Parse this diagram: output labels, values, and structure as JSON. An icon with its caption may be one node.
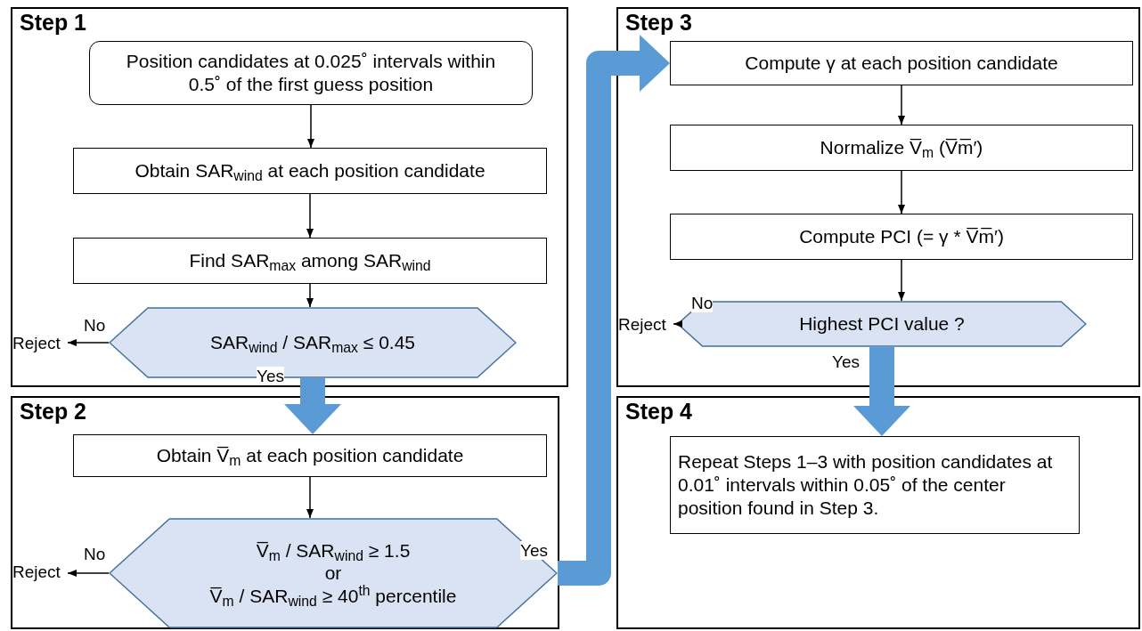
{
  "diagram": {
    "nodes": [
      {
        "text": [
          "Step 1"
        ]
      },
      {
        "text": [
          "Position candidates at 0.025˚ intervals within 0.5˚ of the first guess position"
        ],
        "in": 0
      },
      {
        "text": [
          "Obtain SAR$_{wind}$ at each position candidate"
        ],
        "in": 0
      },
      {
        "text": [
          "Find SAR$_{max}$ among SAR$_{wind}$"
        ],
        "in": 0
      },
      {
        "text": [
          "SAR$_{wind}$ / SAR$_{max}$ ≤ 0.45"
        ],
        "in": 0
      },
      {
        "text": [
          "Reject"
        ],
        "in": 0
      },
      {
        "text": [
          "Step 2"
        ]
      },
      {
        "text": [
          "Obtain V̅$_{m}$ at each position candidate"
        ],
        "in": 6
      },
      {
        "text": [
          "V̅$_{m}$ / SAR$_{wind}$ ≥ 1.5",
          "or",
          "V̅$_{m}$ / SAR$_{wind}$ ≥ 40$^{th}$ percentile"
        ],
        "in": 6
      },
      {
        "text": [
          "Reject"
        ],
        "in": 6
      },
      {
        "text": [
          "Step 3"
        ]
      },
      {
        "text": [
          "Compute γ at each position candidate"
        ],
        "in": 10
      },
      {
        "text": [
          "Normalize V̅$_{m}$ (V̅m̅′)"
        ],
        "in": 10
      },
      {
        "text": [
          "Compute PCI (= γ * V̅m̅′)"
        ],
        "in": 10
      },
      {
        "text": [
          "Highest PCI value ?"
        ],
        "in": 10
      },
      {
        "text": [
          "Reject"
        ],
        "in": 10
      },
      {
        "text": [
          "Step 4"
        ]
      },
      {
        "text": [
          "Repeat Steps 1–3 with position candidates at 0.01˚ intervals within 0.05˚ of the center position found in Step 3."
        ],
        "in": 16
      }
    ],
    "edges": [
      {
        "from": 1,
        "to": 2,
        "arrow": "to"
      },
      {
        "from": 2,
        "to": 3,
        "arrow": "to"
      },
      {
        "from": 3,
        "to": 4,
        "arrow": "to"
      },
      {
        "from": 4,
        "to": 5,
        "arrow": "to",
        "label": "No"
      },
      {
        "from": 4,
        "to": 7,
        "arrow": "to",
        "label": "Yes",
        "style": "thick",
        "color": "#5b9bd5"
      },
      {
        "from": 7,
        "to": 8,
        "arrow": "to"
      },
      {
        "from": 8,
        "to": 9,
        "arrow": "to",
        "label": "No"
      },
      {
        "from": 8,
        "to": 11,
        "arrow": "to",
        "label": "Yes",
        "style": "thick",
        "color": "#5b9bd5"
      },
      {
        "from": 11,
        "to": 12,
        "arrow": "to"
      },
      {
        "from": 12,
        "to": 13,
        "arrow": "to"
      },
      {
        "from": 13,
        "to": 14,
        "arrow": "to"
      },
      {
        "from": 14,
        "to": 15,
        "arrow": "to",
        "label": "No"
      },
      {
        "from": 14,
        "to": 17,
        "arrow": "to",
        "label": "Yes",
        "style": "thick",
        "color": "#5b9bd5"
      }
    ]
  }
}
